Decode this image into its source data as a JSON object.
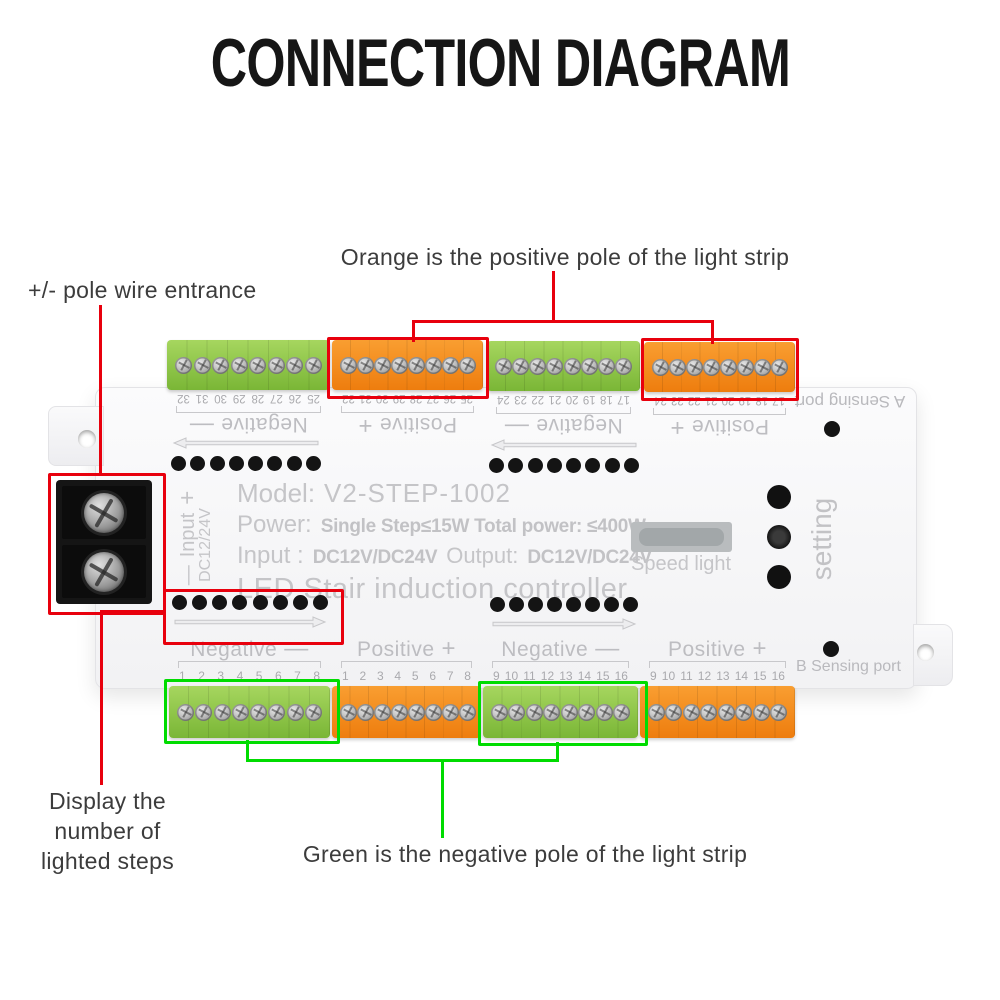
{
  "title": "CONNECTION DIAGRAM",
  "annotations": {
    "orange_note": "Orange is the positive pole of the light strip",
    "pole_entrance_note": "+/- pole wire entrance",
    "display_note_lines": [
      "Display the",
      "number of",
      "lighted steps"
    ],
    "green_note": "Green is the negative pole of the light strip"
  },
  "colors": {
    "red_annotation": "#e8000d",
    "green_annotation": "#00dc00",
    "terminal_green": "#8dc63f",
    "terminal_orange": "#f6881f",
    "board_silk_text": "#c5c5c8"
  },
  "device": {
    "model": {
      "label": "Model:",
      "value": "V2-STEP-1002"
    },
    "power": {
      "label": "Power:",
      "value": "Single Step≤15W Total power: ≤400W"
    },
    "io": {
      "input_label": "Input :",
      "input_value": "DC12V/DC24V",
      "output_label": "Output:",
      "output_value": "DC12V/DC24V"
    },
    "product_name": "LED Stair induction controller",
    "display": {
      "label": "Speed light"
    },
    "setting_label": "setting",
    "sensing_port_a": "A Sensing port",
    "sensing_port_b": "B Sensing port",
    "power_input": {
      "plus": "+",
      "label": "Input",
      "minus": "—",
      "voltage": "DC12/24V"
    },
    "leds_per_row": 8,
    "screws_per_bank": 8,
    "top_banks": [
      {
        "polarity": "Negative",
        "sign": "—",
        "color": "green",
        "numbers": [
          "25",
          "26",
          "27",
          "28",
          "29",
          "30",
          "31",
          "32"
        ]
      },
      {
        "polarity": "Positive",
        "sign": "+",
        "color": "orange",
        "numbers": [
          "25",
          "26",
          "27",
          "28",
          "29",
          "30",
          "31",
          "32"
        ]
      },
      {
        "polarity": "Negative",
        "sign": "—",
        "color": "green",
        "numbers": [
          "17",
          "18",
          "19",
          "20",
          "21",
          "22",
          "23",
          "24"
        ]
      },
      {
        "polarity": "Positive",
        "sign": "+",
        "color": "orange",
        "numbers": [
          "17",
          "18",
          "19",
          "20",
          "21",
          "22",
          "23",
          "24"
        ]
      }
    ],
    "bottom_banks": [
      {
        "polarity": "Negative",
        "sign": "—",
        "color": "green",
        "numbers": [
          "1",
          "2",
          "3",
          "4",
          "5",
          "6",
          "7",
          "8"
        ]
      },
      {
        "polarity": "Positive",
        "sign": "+",
        "color": "orange",
        "numbers": [
          "1",
          "2",
          "3",
          "4",
          "5",
          "6",
          "7",
          "8"
        ]
      },
      {
        "polarity": "Negative",
        "sign": "—",
        "color": "green",
        "numbers": [
          "9",
          "10",
          "11",
          "12",
          "13",
          "14",
          "15",
          "16"
        ]
      },
      {
        "polarity": "Positive",
        "sign": "+",
        "color": "orange",
        "numbers": [
          "9",
          "10",
          "11",
          "12",
          "13",
          "14",
          "15",
          "16"
        ]
      }
    ]
  }
}
